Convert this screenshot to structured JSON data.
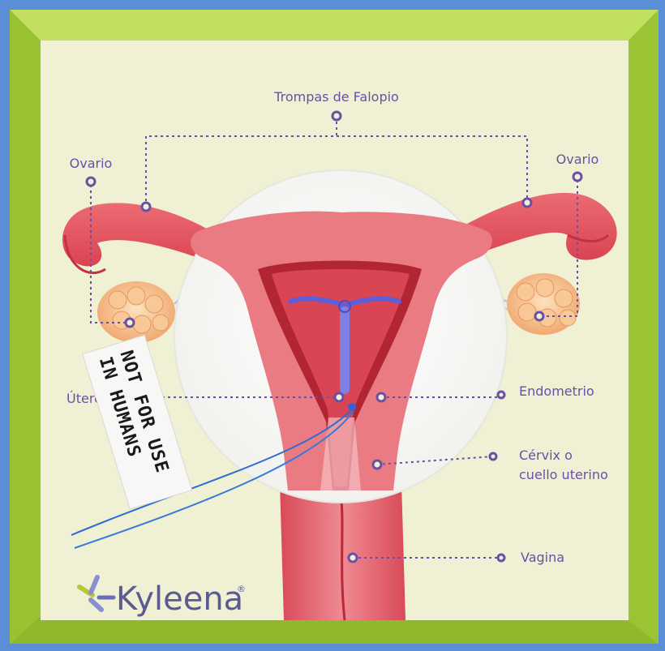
{
  "labels": {
    "top": "Trompas de Falopio",
    "ovary_left": "Ovario",
    "ovary_right": "Ovario",
    "uterus": "Útero",
    "endometrium": "Endometrio",
    "cervix_line1": "Cérvix o",
    "cervix_line2": "cuello uterino",
    "vagina": "Vagina"
  },
  "device_tag": {
    "line1": "NOT FOR USE",
    "line2": "IN HUMANS"
  },
  "brand": {
    "name": "Kyleena",
    "mark": "®"
  },
  "colors": {
    "frame_blue": "#5a8fd6",
    "box_green": "#a6cf3a",
    "board": "#eff0d4",
    "tissue": "#e8707a",
    "tissue_dark": "#c9323f",
    "label_purple": "#6b4fa6",
    "iud_blue": "#5e5fd8"
  }
}
